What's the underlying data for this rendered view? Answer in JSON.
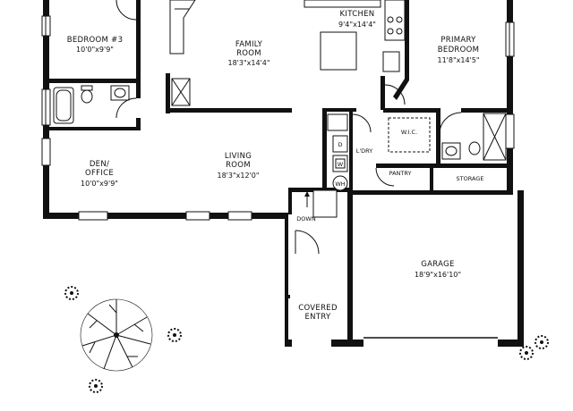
{
  "rooms": {
    "bedroom3": {
      "name": "BEDROOM #3",
      "dims": "10'0\"x9'9\""
    },
    "family": {
      "name_line1": "FAMILY",
      "name_line2": "ROOM",
      "dims": "18'3\"x14'4\""
    },
    "kitchen": {
      "name": "KITCHEN",
      "dims": "9'4\"x14'4\""
    },
    "primary": {
      "name_line1": "PRIMARY",
      "name_line2": "BEDROOM",
      "dims": "11'8\"x14'5\""
    },
    "den": {
      "name_line1": "DEN/",
      "name_line2": "OFFICE",
      "dims": "10'0\"x9'9\""
    },
    "living": {
      "name_line1": "LIVING",
      "name_line2": "ROOM",
      "dims": "18'3\"x12'0\""
    },
    "laundry": {
      "name": "L'DRY"
    },
    "wic": {
      "name": "W.I.C."
    },
    "pantry": {
      "name": "PANTRY"
    },
    "storage": {
      "name": "STORAGE"
    },
    "garage": {
      "name": "GARAGE",
      "dims": "18'9\"x16'10\""
    },
    "entry": {
      "name_line1": "COVERED",
      "name_line2": "ENTRY"
    }
  },
  "appliances": {
    "dryer": "D",
    "washer": "W",
    "water_heater": "WH"
  },
  "stairs": {
    "label": "DOWN"
  },
  "landscape": {
    "trees": [
      "large-tree",
      "shrub",
      "shrub",
      "shrub",
      "shrub",
      "shrub"
    ]
  }
}
